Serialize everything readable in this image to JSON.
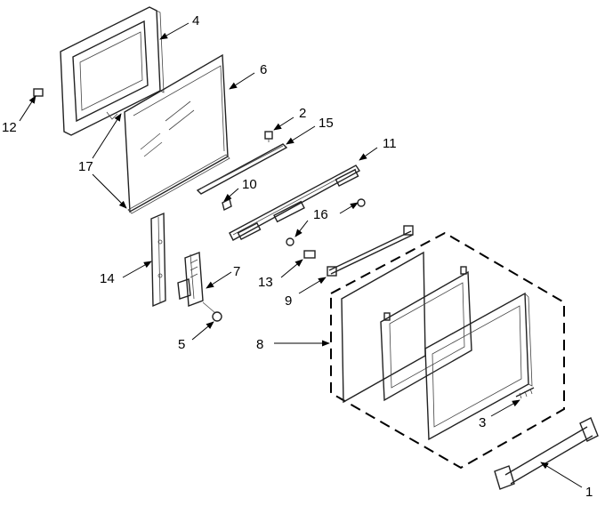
{
  "callouts": [
    {
      "id": "1",
      "text": "1"
    },
    {
      "id": "2",
      "text": "2"
    },
    {
      "id": "3",
      "text": "3"
    },
    {
      "id": "4",
      "text": "4"
    },
    {
      "id": "5",
      "text": "5"
    },
    {
      "id": "6",
      "text": "6"
    },
    {
      "id": "7",
      "text": "7"
    },
    {
      "id": "8",
      "text": "8"
    },
    {
      "id": "9",
      "text": "9"
    },
    {
      "id": "10",
      "text": "10"
    },
    {
      "id": "11",
      "text": "11"
    },
    {
      "id": "12",
      "text": "12"
    },
    {
      "id": "13",
      "text": "13"
    },
    {
      "id": "14",
      "text": "14"
    },
    {
      "id": "15",
      "text": "15"
    },
    {
      "id": "16",
      "text": "16"
    },
    {
      "id": "17",
      "text": "17"
    }
  ],
  "colors": {
    "line": "#222222",
    "background": "#ffffff"
  }
}
